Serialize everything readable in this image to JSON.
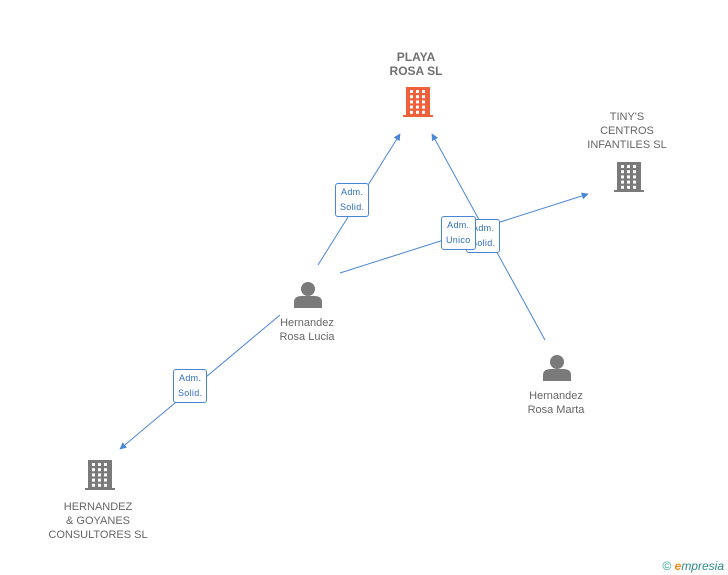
{
  "nodes": {
    "playa_rosa": {
      "lines": [
        "PLAYA",
        "ROSA SL"
      ],
      "icon": "building-icon",
      "color": "#f0603a"
    },
    "tinys": {
      "lines": [
        "TINY'S",
        "CENTROS",
        "INFANTILES SL"
      ],
      "icon": "building-icon",
      "color": "#7a7a7a"
    },
    "lucia": {
      "lines": [
        "Hernandez",
        "Rosa Lucia"
      ],
      "icon": "person-icon",
      "color": "#7a7a7a"
    },
    "marta": {
      "lines": [
        "Hernandez",
        "Rosa Marta"
      ],
      "icon": "person-icon",
      "color": "#7a7a7a"
    },
    "hyg": {
      "lines": [
        "HERNANDEZ",
        "& GOYANES",
        "CONSULTORES SL"
      ],
      "icon": "building-icon",
      "color": "#7a7a7a"
    }
  },
  "edges": [
    {
      "from": "lucia",
      "to": "playa_rosa",
      "label": [
        "Adm.",
        "Solid."
      ]
    },
    {
      "from": "lucia",
      "to": "tinys",
      "label": [
        "Adm.",
        "Unico"
      ]
    },
    {
      "from": "marta",
      "to": "playa_rosa",
      "label": [
        "Adm.",
        "Solid."
      ]
    },
    {
      "from": "lucia",
      "to": "hyg",
      "label": [
        "Adm.",
        "Solid."
      ]
    }
  ],
  "colors": {
    "edge": "#4a86d4",
    "main_node": "#f0603a",
    "node": "#7a7a7a"
  },
  "footer": {
    "copyright": "©",
    "brand_initial": "e",
    "brand_rest": "mpresia"
  }
}
